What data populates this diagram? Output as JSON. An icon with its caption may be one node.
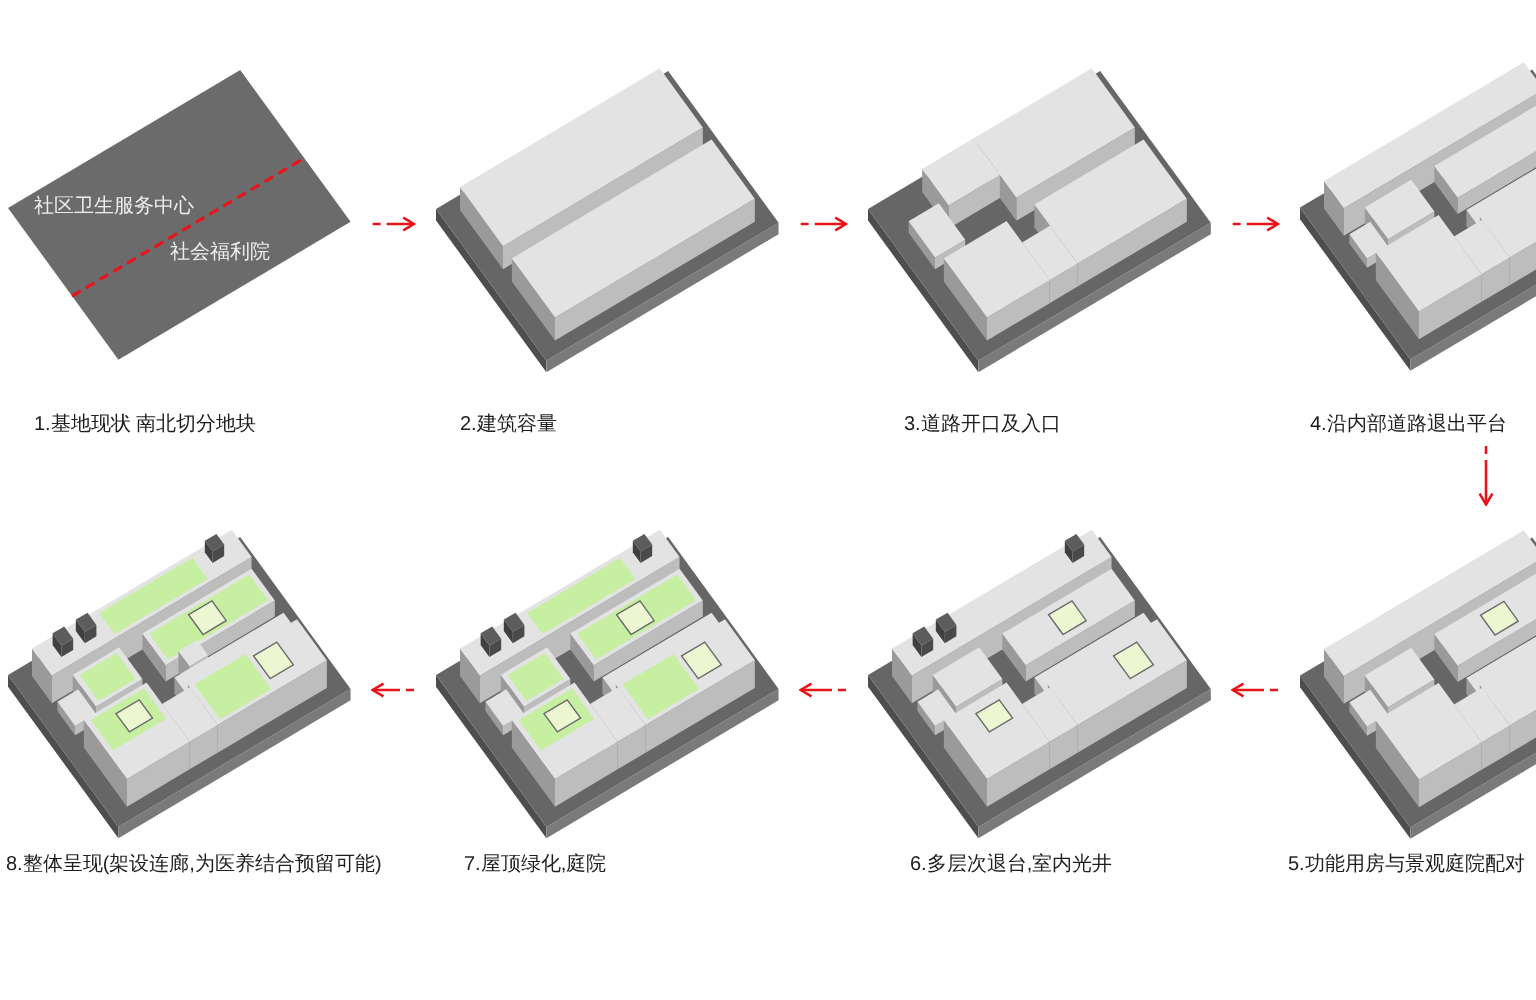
{
  "diagram": {
    "nodes": [
      {
        "text": [
          "社区卫生服务中心",
          "社会福利院"
        ],
        "beside": [
          "1.基地现状 南北切分地块"
        ]
      },
      {
        "text": [],
        "shape": "picture",
        "beside": [
          "2.建筑容量"
        ]
      },
      {
        "text": [],
        "shape": "picture",
        "beside": [
          "3.道路开口及入口"
        ]
      },
      {
        "text": [],
        "shape": "picture",
        "beside": [
          "4.沿内部道路退出平台"
        ]
      },
      {
        "text": [],
        "shape": "picture",
        "beside": [
          "5.功能用房与景观庭院配对"
        ]
      },
      {
        "text": [],
        "shape": "picture",
        "beside": [
          "6.多层次退台,室内光井"
        ]
      },
      {
        "text": [],
        "shape": "picture",
        "beside": [
          "7.屋顶绿化,庭院"
        ]
      },
      {
        "text": [],
        "shape": "picture",
        "beside": [
          "8.整体呈现(架设连廊,为医养结合预留可能)"
        ]
      }
    ],
    "edges": [
      {
        "from": 0,
        "to": 1,
        "arrow": "to",
        "style": "dashed",
        "color": "#e8141c"
      },
      {
        "from": 1,
        "to": 2,
        "arrow": "to",
        "style": "dashed",
        "color": "#e8141c"
      },
      {
        "from": 2,
        "to": 3,
        "arrow": "to",
        "style": "dashed",
        "color": "#e8141c"
      },
      {
        "from": 3,
        "to": 4,
        "arrow": "to",
        "style": "dashed",
        "color": "#e8141c"
      },
      {
        "from": 4,
        "to": 5,
        "arrow": "to",
        "style": "dashed",
        "color": "#e8141c"
      },
      {
        "from": 5,
        "to": 6,
        "arrow": "to",
        "style": "dashed",
        "color": "#e8141c"
      },
      {
        "from": 6,
        "to": 7,
        "arrow": "to",
        "style": "dashed",
        "color": "#e8141c"
      }
    ]
  }
}
